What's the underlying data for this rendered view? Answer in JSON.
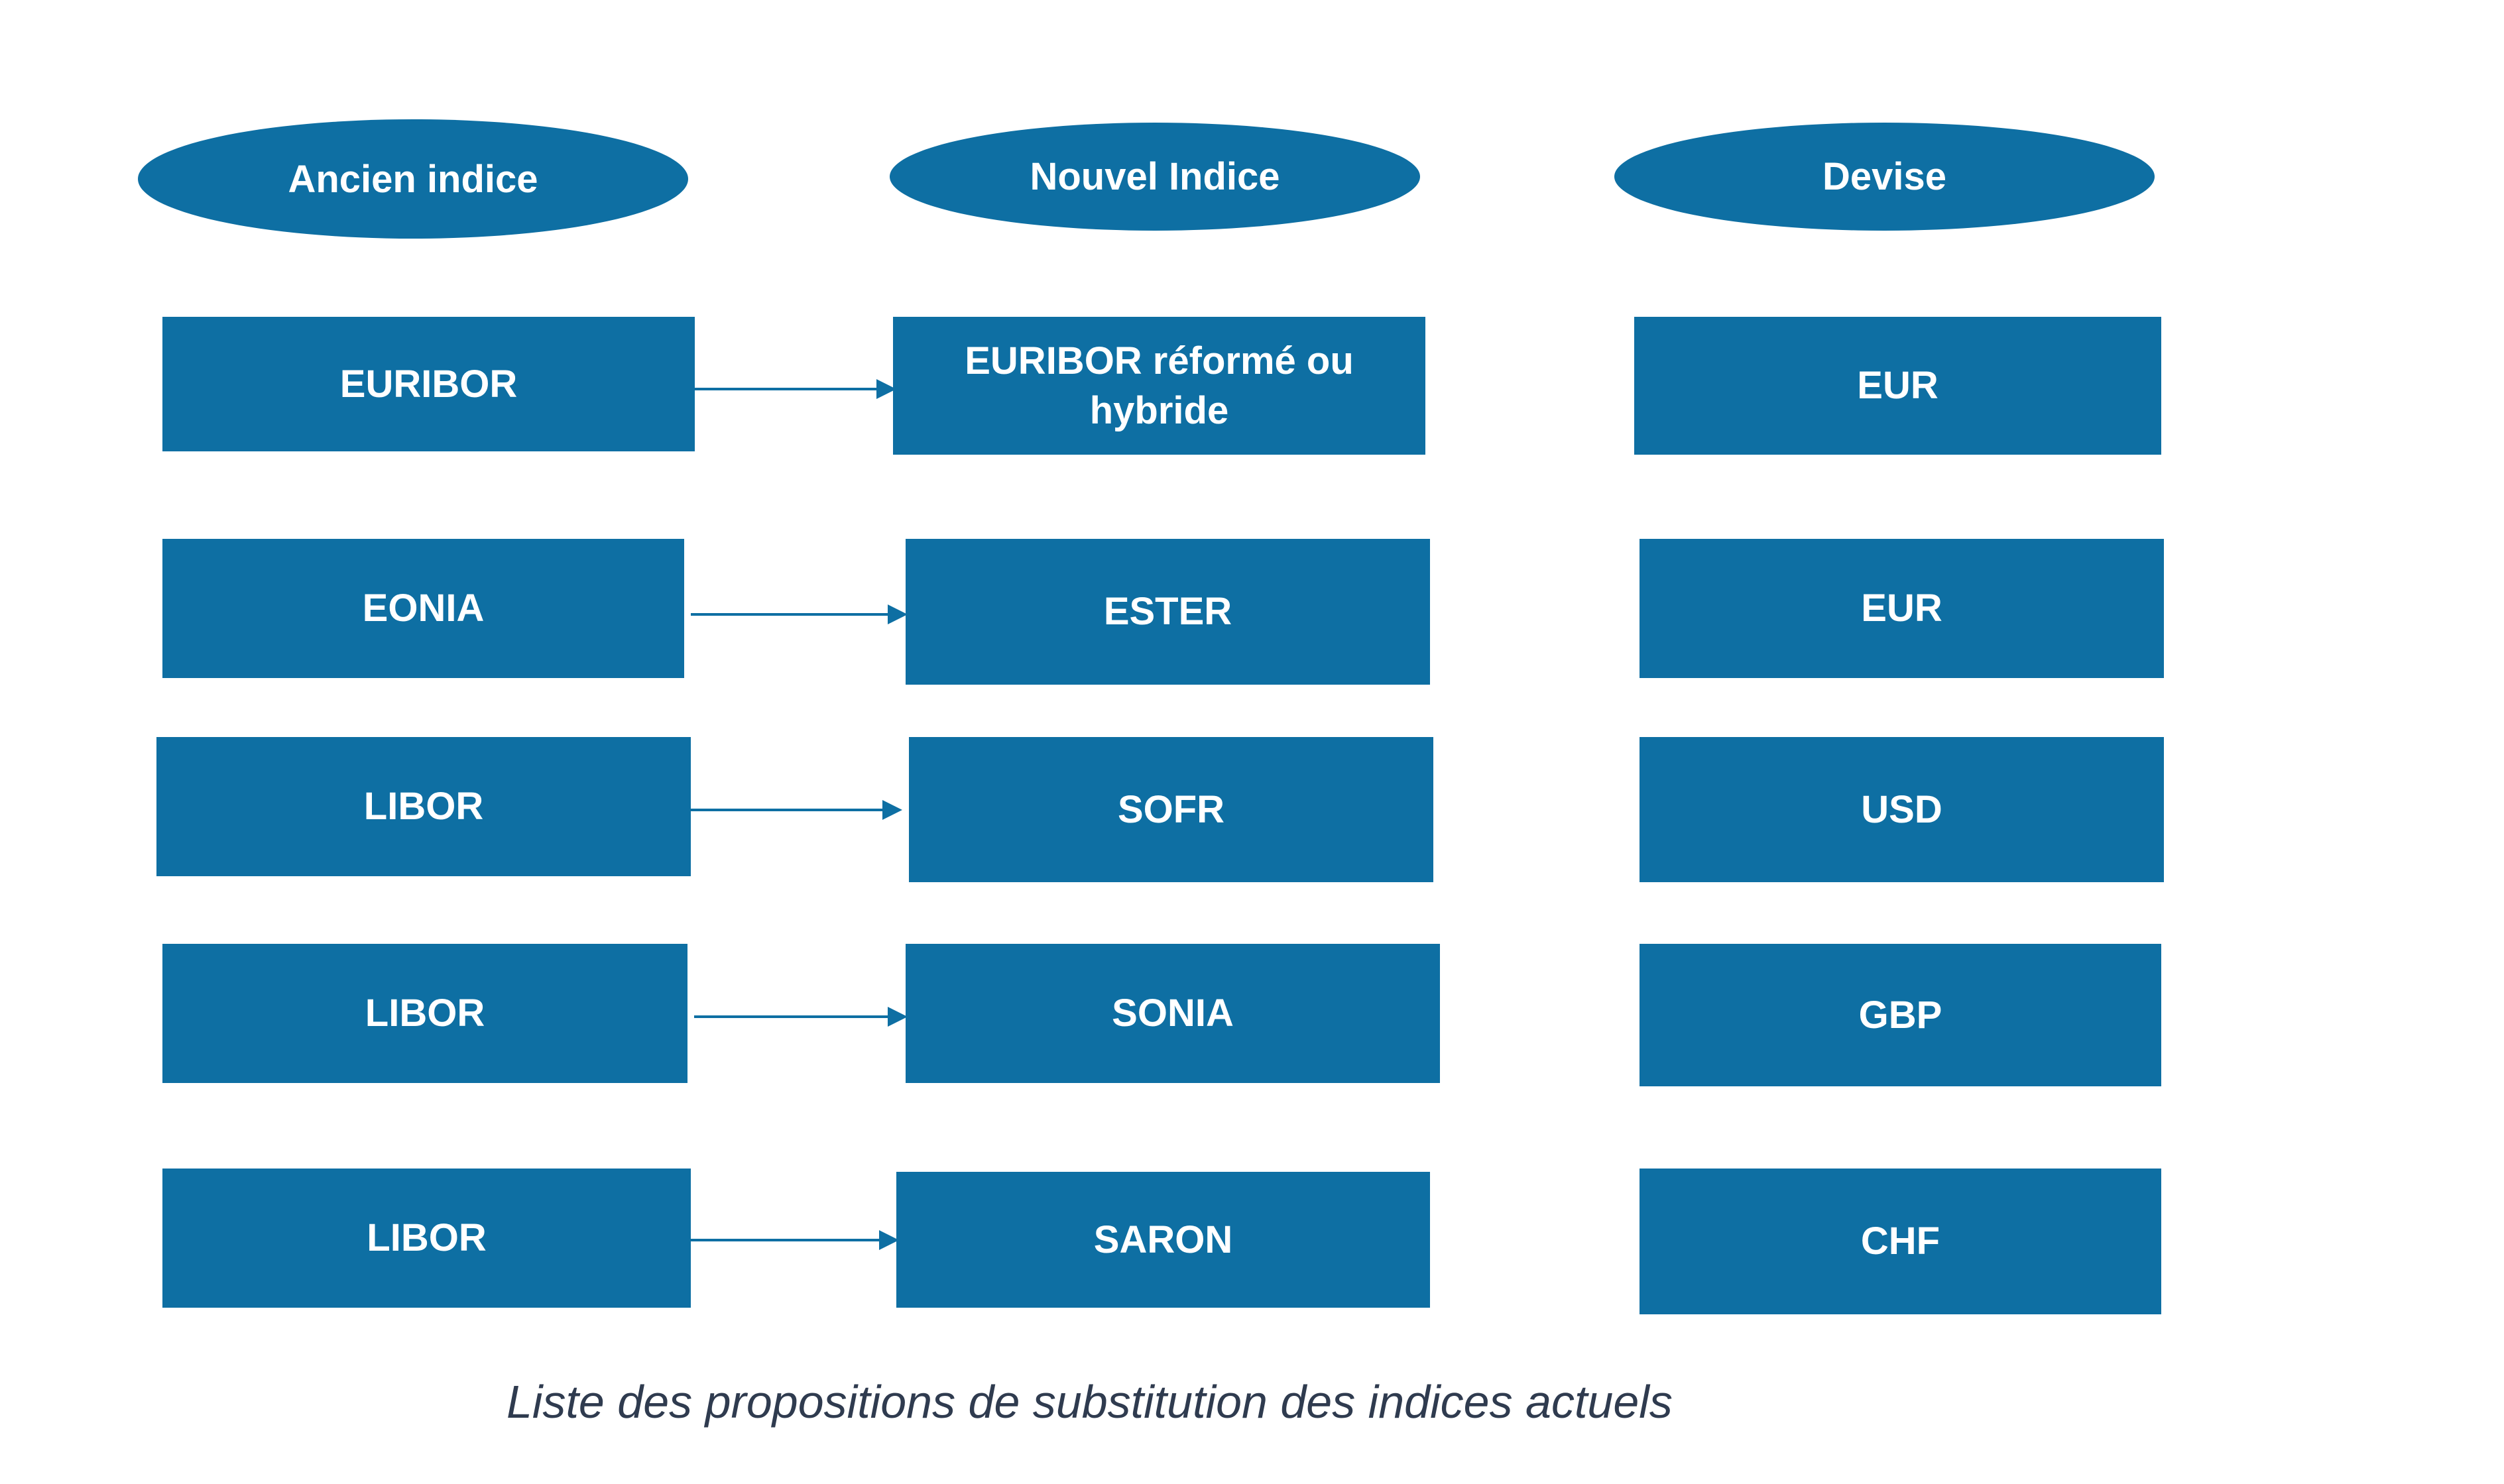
{
  "headers": {
    "old": "Ancien indice",
    "new": "Nouvel Indice",
    "currency": "Devise"
  },
  "rows": [
    {
      "old": "EURIBOR",
      "new": "EURIBOR réformé ou hybride",
      "currency": "EUR"
    },
    {
      "old": "EONIA",
      "new": "ESTER",
      "currency": "EUR"
    },
    {
      "old": "LIBOR",
      "new": "SOFR",
      "currency": "USD"
    },
    {
      "old": "LIBOR",
      "new": "SONIA",
      "currency": "GBP"
    },
    {
      "old": "LIBOR",
      "new": "SARON",
      "currency": "CHF"
    }
  ],
  "caption": "Liste des propositions de substitution des indices actuels",
  "colors": {
    "box": "#0e6fa3",
    "text": "#ffffff",
    "caption": "#2f3b4f"
  }
}
